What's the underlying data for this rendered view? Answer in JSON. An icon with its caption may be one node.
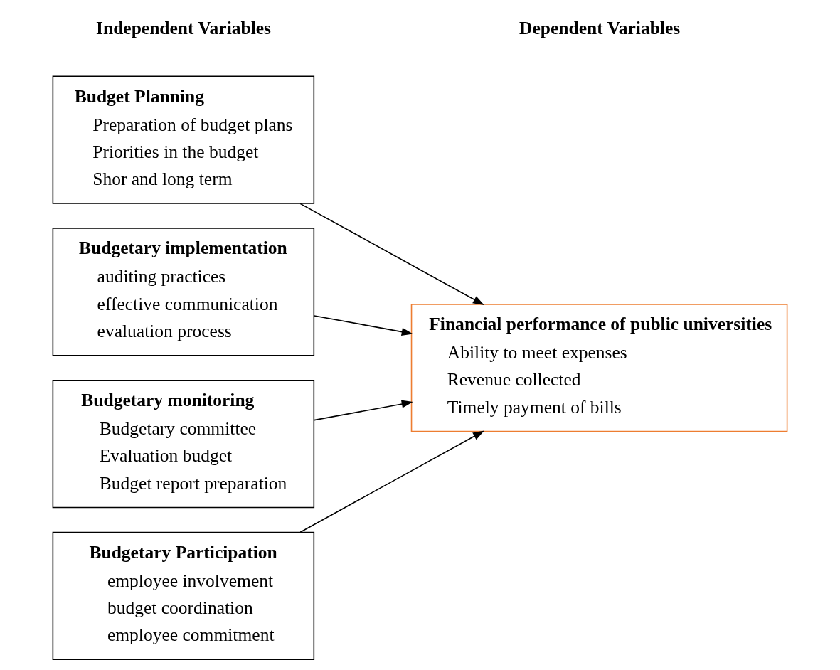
{
  "diagram": {
    "nodes": [
      {
        "text": [
          "Budget Planning",
          "Preparation of budget plans",
          "Priorities in the budget",
          "Shor and long term"
        ]
      },
      {
        "text": [
          "Budgetary implementation",
          "auditing practices",
          "effective communication",
          "evaluation process"
        ]
      },
      {
        "text": [
          "Budgetary monitoring",
          "Budgetary committee",
          "Evaluation budget",
          "Budget report preparation"
        ]
      },
      {
        "text": [
          "Budgetary Participation",
          "employee involvement",
          "budget coordination",
          "employee commitment"
        ]
      },
      {
        "text": [
          "Financial performance of public universities",
          "Ability to meet expenses",
          "Revenue collected",
          "Timely payment of bills"
        ]
      }
    ],
    "edges": [
      {
        "from": 0,
        "to": 4,
        "arrow": "to"
      },
      {
        "from": 1,
        "to": 4,
        "arrow": "to"
      },
      {
        "from": 2,
        "to": 4,
        "arrow": "to"
      },
      {
        "from": 3,
        "to": 4,
        "arrow": "to"
      }
    ],
    "labels": [
      "Independent Variables",
      "Dependent Variables"
    ]
  }
}
